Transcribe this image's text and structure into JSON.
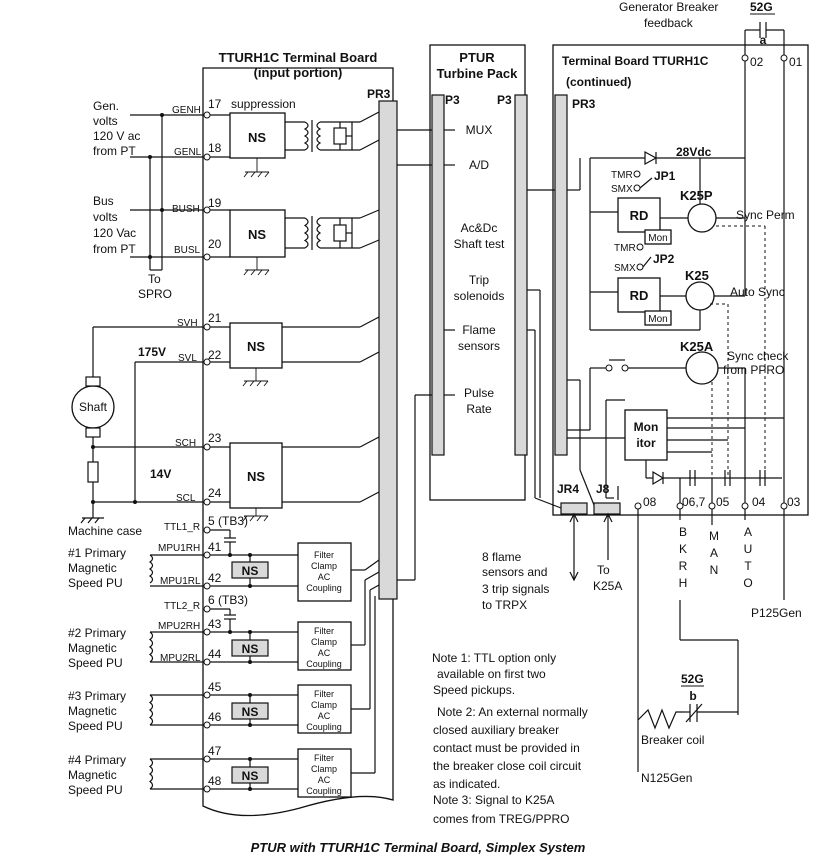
{
  "header": {
    "gen_breaker_feedback_l1": "Generator Breaker",
    "gen_breaker_feedback_l2": "feedback",
    "contact_52g_top": "52G",
    "contact_a": "a"
  },
  "boards": {
    "left_title_l1": "TTURH1C Terminal Board",
    "left_title_l2": "(input portion)",
    "center_title_l1": "PTUR",
    "center_title_l2": "Turbine Pack",
    "right_title_l1": "Terminal Board TTURH1C",
    "right_title_l2": "(continued)",
    "pr3": "PR3",
    "p3": "P3"
  },
  "inputs": {
    "gen_volts": [
      "Gen.",
      "volts",
      "120 V ac",
      "from PT"
    ],
    "bus_volts": [
      "Bus",
      "volts",
      "120 Vac",
      "from PT"
    ],
    "to_spro": [
      "To",
      "SPRO"
    ],
    "v175": "175V",
    "v14": "14V",
    "shaft": "Shaft",
    "machine_case": "Machine case",
    "suppression": "suppression",
    "pu1": [
      "#1 Primary",
      "Magnetic",
      "Speed PU"
    ],
    "pu2": [
      "#2 Primary",
      "Magnetic",
      "Speed PU"
    ],
    "pu3": [
      "#3 Primary",
      "Magnetic",
      "Speed PU"
    ],
    "pu4": [
      "#4 Primary",
      "Magnetic",
      "Speed PU"
    ]
  },
  "signals": {
    "genh": "GENH",
    "genl": "GENL",
    "bush": "BUSH",
    "busl": "BUSL",
    "svh": "SVH",
    "svl": "SVL",
    "sch": "SCH",
    "scl": "SCL",
    "ttl1r": "TTL1_R",
    "mpu1rh": "MPU1RH",
    "mpu1rl": "MPU1RL",
    "ttl2r": "TTL2_R",
    "mpu2rh": "MPU2RH",
    "mpu2rl": "MPU2RL"
  },
  "terminals": {
    "t17": "17",
    "t18": "18",
    "t19": "19",
    "t20": "20",
    "t21": "21",
    "t22": "22",
    "t23": "23",
    "t24": "24",
    "t5": "5 (TB3)",
    "t41": "41",
    "t42": "42",
    "t6": "6 (TB3)",
    "t43": "43",
    "t44": "44",
    "t45": "45",
    "t46": "46",
    "t47": "47",
    "t48": "48",
    "r02": "02",
    "r01": "01",
    "r08": "08",
    "r067": "06,7",
    "r05": "05",
    "r04": "04",
    "r03": "03"
  },
  "components": {
    "ns": "NS",
    "filter": [
      "Filter",
      "Clamp",
      "AC",
      "Coupling"
    ],
    "rd": "RD",
    "mon_small": "Mon",
    "monitor": [
      "Mon",
      "itor"
    ],
    "tmr": "TMR",
    "smx": "SMX",
    "jp1": "JP1",
    "jp2": "JP2",
    "k25p": "K25P",
    "k25": "K25",
    "k25a": "K25A",
    "v28dc": "28Vdc",
    "sync_perm": "Sync Perm",
    "auto_sync": "Auto Sync",
    "sync_check": [
      "Sync check",
      "from PPRO"
    ],
    "jr4": "JR4",
    "j8": "J8"
  },
  "pack_functions": {
    "mux": "MUX",
    "ad": "A/D",
    "shaft_test": [
      "Ac&Dc",
      "Shaft test"
    ],
    "trip": [
      "Trip",
      "solenoids"
    ],
    "flame": [
      "Flame",
      "sensors"
    ],
    "pulse": [
      "Pulse",
      "Rate"
    ]
  },
  "outputs": {
    "flame_trip": [
      "8 flame",
      "sensors and",
      "3 trip signals",
      "to TRPX"
    ],
    "to_k25a": [
      "To",
      "K25A"
    ],
    "bkrh": [
      "B",
      "K",
      "R",
      "H"
    ],
    "man": [
      "M",
      "A",
      "N"
    ],
    "auto": [
      "A",
      "U",
      "T",
      "O"
    ],
    "p125gen": "P125Gen",
    "n125gen": "N125Gen",
    "contact_52g_b": "52G",
    "contact_b": "b",
    "breaker_coil": "Breaker coil"
  },
  "notes": {
    "note1": [
      "Note 1: TTL option only",
      "available on first two",
      "Speed  pickups."
    ],
    "note2": [
      "Note 2: An external normally",
      "closed auxiliary breaker",
      "contact must be provided in",
      "the breaker close coil circuit",
      "as indicated."
    ],
    "note3": [
      "Note 3: Signal to K25A",
      "comes from TREG/PPRO"
    ]
  },
  "caption": "PTUR with TTURH1C Terminal Board, Simplex System"
}
